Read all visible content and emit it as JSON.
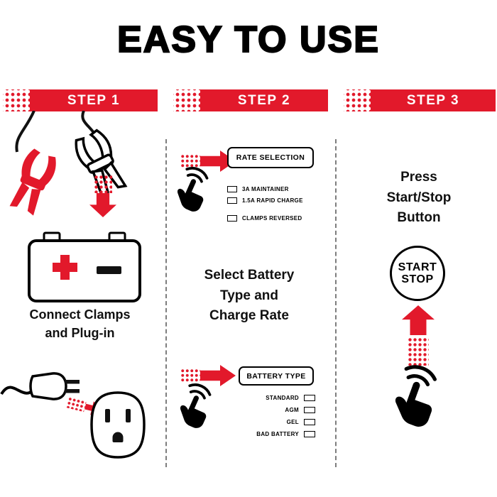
{
  "title": "EASY TO USE",
  "colors": {
    "accent_red": "#E2192B",
    "ink": "#000000",
    "background": "#FFFFFF"
  },
  "icons": {
    "halftone-pattern": "red dot grid",
    "down-arrow-icon": "solid red arrow with dotted tail",
    "right-arrow-icon": "solid red arrow with dotted tail",
    "up-arrow-icon": "solid red arrow with dotted tail",
    "battery-clamps-icon": "jumper clamps on cables",
    "battery-icon": "battery with plus and minus",
    "plug-icon": "two-prong power plug",
    "outlet-icon": "wall outlet",
    "tap-hand-icon": "hand tapping gesture"
  },
  "step1": {
    "banner_label": "STEP 1",
    "caption_lines": [
      "Connect Clamps",
      "and Plug-in"
    ]
  },
  "step2": {
    "banner_label": "STEP 2",
    "rate_selection_button": "RATE SELECTION",
    "rate_options": [
      "3A MAINTAINER",
      "1.5A RAPID CHARGE",
      "CLAMPS REVERSED"
    ],
    "caption_lines": [
      "Select Battery",
      "Type and",
      "Charge Rate"
    ],
    "battery_type_button": "BATTERY TYPE",
    "battery_options": [
      "STANDARD",
      "AGM",
      "GEL",
      "BAD BATTERY"
    ]
  },
  "step3": {
    "banner_label": "STEP 3",
    "caption_lines": [
      "Press",
      "Start/Stop",
      "Button"
    ],
    "start_stop_button_lines": [
      "START",
      "STOP"
    ]
  }
}
